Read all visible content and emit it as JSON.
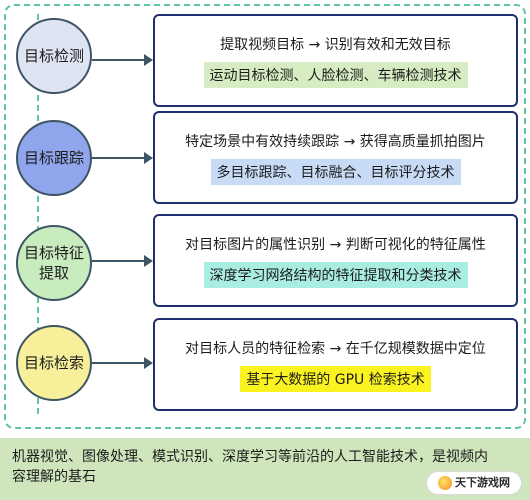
{
  "stages": [
    {
      "label": "目标检测",
      "color": "#dfe4f3",
      "description": "提取视频目标 → 识别有效和无效目标",
      "technology": "运动目标检测、人脸检测、车辆检测技术",
      "tech_color": "#d6ecc2"
    },
    {
      "label": "目标跟踪",
      "color": "#8fa5ec",
      "description": "特定场景中有效持续跟踪 → 获得高质量抓拍图片",
      "technology": "多目标跟踪、目标融合、目标评分技术",
      "tech_color": "#c7dbf7"
    },
    {
      "label": "目标特征提取",
      "color": "#c9ecbe",
      "description": "对目标图片的属性识别 → 判断可视化的特征属性",
      "technology": "深度学习网络结构的特征提取和分类技术",
      "tech_color": "#a8ece2"
    },
    {
      "label": "目标检索",
      "color": "#f7ef9a",
      "description": "对目标人员的特征检索 → 在千亿规模数据中定位",
      "technology": "基于大数据的 GPU 检索技术",
      "tech_color": "#fbf31f"
    }
  ],
  "footer": {
    "text": "机器视觉、图像处理、模式识别、深度学习等前沿的人工智能技术，是视频内容理解的基石"
  },
  "logo": {
    "text": "天下游戏网"
  },
  "colors": {
    "frame_border": "#5fc4a8",
    "box_border": "#1f2f6b",
    "footer_background": "#cfe6bc"
  }
}
